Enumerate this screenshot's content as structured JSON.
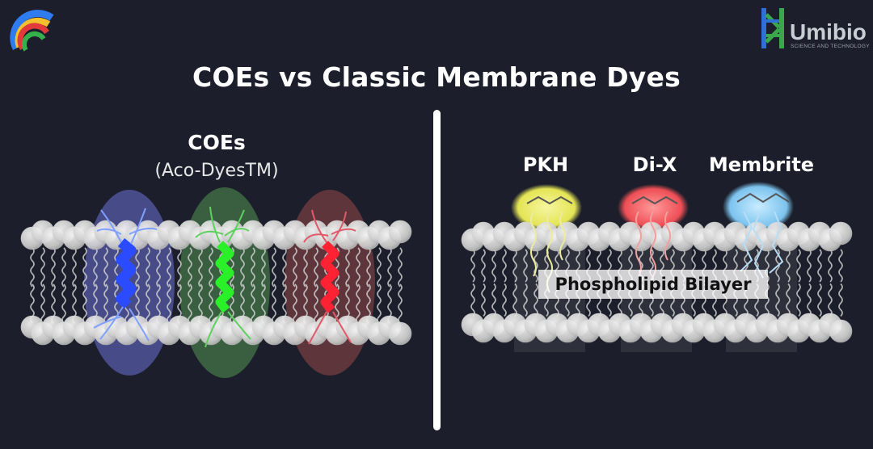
{
  "header": {
    "title": "COEs vs Classic Membrane Dyes"
  },
  "brand": {
    "name": "Umibio",
    "tagline": "SCIENCE AND TECHNOLOGY"
  },
  "left_panel": {
    "title": "COEs",
    "subtitle": "(Aco-DyesTM)",
    "dyes": [
      {
        "name": "blue-coe",
        "color": "#2255ff"
      },
      {
        "name": "green-coe",
        "color": "#22ee22"
      },
      {
        "name": "red-coe",
        "color": "#ff2233"
      }
    ]
  },
  "right_panel": {
    "dyes": [
      {
        "label": "PKH",
        "color": "#f2f27a"
      },
      {
        "label": "Di-X",
        "color": "#ff6b6b"
      },
      {
        "label": "Membrite",
        "color": "#8fd0ff"
      }
    ],
    "bilayer_label": "Phospholipid Bilayer"
  },
  "colors": {
    "background": "#1c1f2b",
    "lipid_head": "#d9d9d9",
    "divider": "#ffffff"
  }
}
